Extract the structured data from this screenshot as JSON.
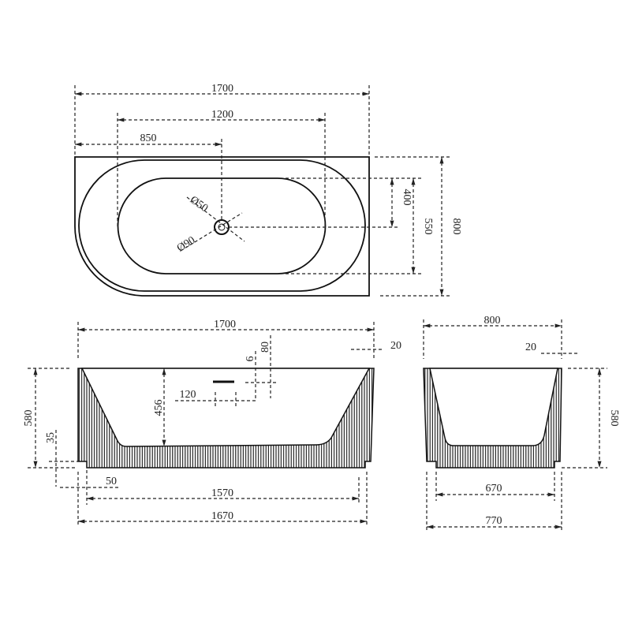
{
  "top_view": {
    "overall_length": "1700",
    "basin_length": "1200",
    "drain_offset": "850",
    "drain_diameter_inner": "Ø50",
    "drain_diameter_outer": "Ø90",
    "basin_half_width": "400",
    "basin_width": "550",
    "overall_width": "800"
  },
  "front_view": {
    "overall_length": "1700",
    "wall_offset": "20",
    "overflow_top": "80",
    "overflow_gap": "6",
    "overflow_width": "120",
    "height": "580",
    "depth": "456",
    "plinth_height": "35",
    "plinth_inset": "50",
    "plinth_length": "1570",
    "base_length": "1670"
  },
  "side_view": {
    "overall_width": "800",
    "wall_offset": "20",
    "height": "580",
    "plinth_width": "670",
    "base_width": "770"
  },
  "colors": {
    "line": "#111111",
    "background": "#ffffff"
  }
}
